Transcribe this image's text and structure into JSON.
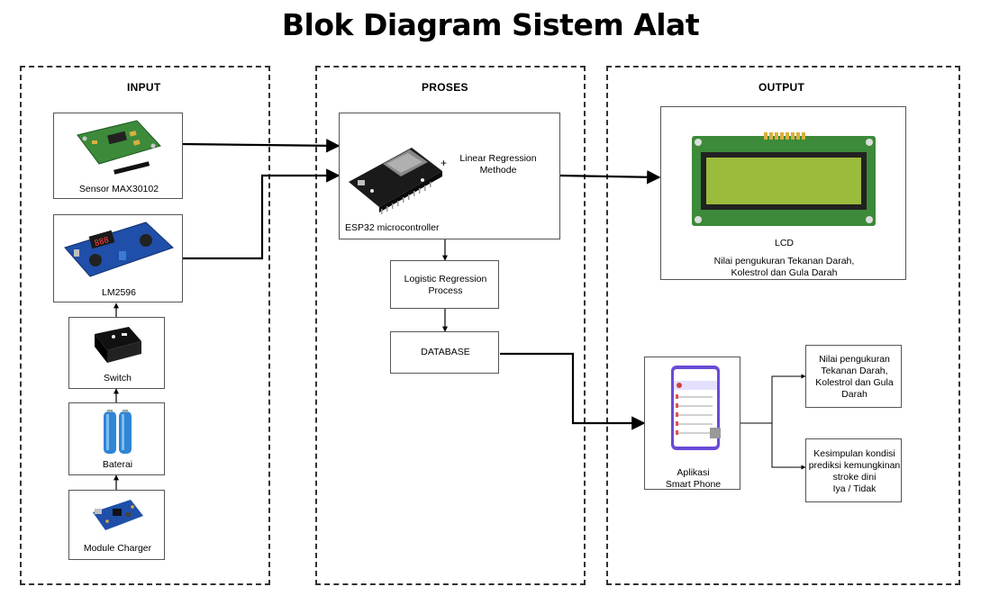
{
  "title": "Blok Diagram Sistem Alat",
  "sections": {
    "input": "INPUT",
    "proses": "PROSES",
    "output": "OUTPUT"
  },
  "input": {
    "sensor": "Sensor MAX30102",
    "lm2596": "LM2596",
    "switch": "Switch",
    "baterai": "Baterai",
    "charger": "Module Charger"
  },
  "proses": {
    "plus": "+",
    "linear": "Linear Regression\nMethode",
    "esp32": "ESP32 microcontroller",
    "logistic": "Logistic Regression\nProcess",
    "database": "DATABASE"
  },
  "output": {
    "lcd_title": "LCD",
    "lcd_desc": "Nilai pengukuran Tekanan Darah,\nKolestrol dan Gula Darah",
    "app": "Aplikasi\nSmart Phone",
    "result1": "Nilai pengukuran\nTekanan Darah,\nKolestrol dan Gula\nDarah",
    "result2": "Kesimpulan kondisi\nprediksi kemungkinan\nstroke dini\nIya / Tidak"
  },
  "colors": {
    "pcb_green": "#3c8a3a",
    "lcd_screen": "#9bbb3c",
    "regulator_blue": "#1f4fa8",
    "battery_blue": "#2f86d6",
    "phone_accent": "#6a4bd8"
  }
}
